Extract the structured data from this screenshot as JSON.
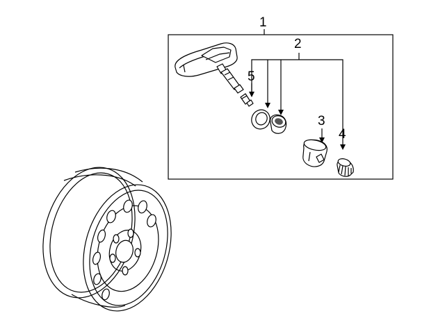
{
  "callouts": {
    "c1": "1",
    "c2": "2",
    "c3": "3",
    "c4": "4",
    "c5": "5"
  },
  "parts": [
    {
      "callout": "1",
      "icon": "tpms-sensor-assembly-icon"
    },
    {
      "callout": "2",
      "icon": "seal-and-grommet-kit-icon"
    },
    {
      "callout": "3",
      "icon": "nut-icon"
    },
    {
      "callout": "4",
      "icon": "valve-cap-icon"
    },
    {
      "callout": "5",
      "icon": "valve-core-icon"
    },
    {
      "callout": "",
      "icon": "steel-wheel-icon"
    }
  ]
}
